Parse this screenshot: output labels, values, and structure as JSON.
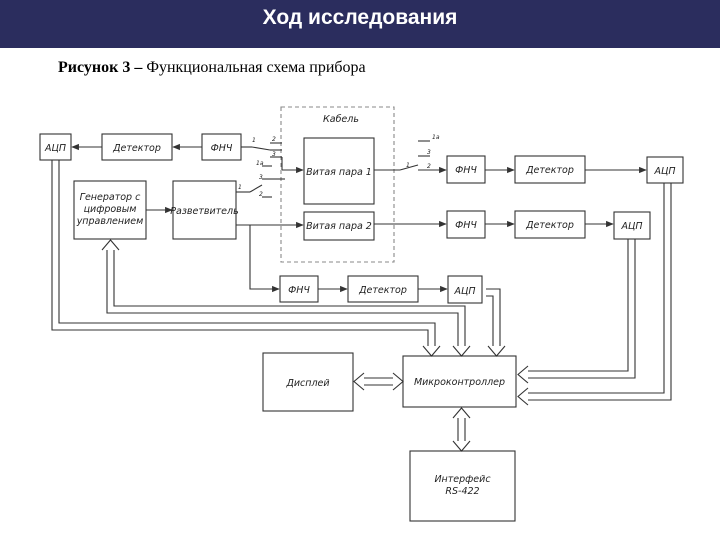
{
  "header": {
    "title": "Ход исследования"
  },
  "figure": {
    "caption_number": "Рисунок 3 –",
    "caption_text": "Функциональная схема прибора"
  },
  "diagram": {
    "cable_label": "Кабель",
    "blocks": {
      "adc_top_left": "АЦП",
      "detector_top": "Детектор",
      "lpf_top": "ФНЧ",
      "generator_l1": "Генератор с",
      "generator_l2": "цифровым",
      "generator_l3": "управлением",
      "splitter": "Разветвитель",
      "twisted_pair_1": "Витая пара 1",
      "twisted_pair_2": "Витая пара 2",
      "lpf_right_1": "ФНЧ",
      "detector_right_1": "Детектор",
      "adc_right_1": "АЦП",
      "lpf_right_2": "ФНЧ",
      "detector_right_2": "Детектор",
      "adc_right_2": "АЦП",
      "lpf_bottom": "ФНЧ",
      "detector_bottom": "Детектор",
      "adc_bottom": "АЦП",
      "display": "Дисплей",
      "microcontroller": "Микроконтроллер",
      "interface_l1": "Интерфейс",
      "interface_l2": "RS-422"
    },
    "switch_labels": {
      "sw1_1": "1",
      "sw1_2": "2",
      "sw1_3": "3",
      "sw2_1a": "1а",
      "sw2_1": "1",
      "sw2_3": "3",
      "sw2_2": "2",
      "sw3_1a": "1а",
      "sw3_1": "1",
      "sw3_3": "3",
      "sw3_2": "2"
    },
    "colors": {
      "header_bg": "#2b2d5e",
      "line": "#333333"
    }
  }
}
